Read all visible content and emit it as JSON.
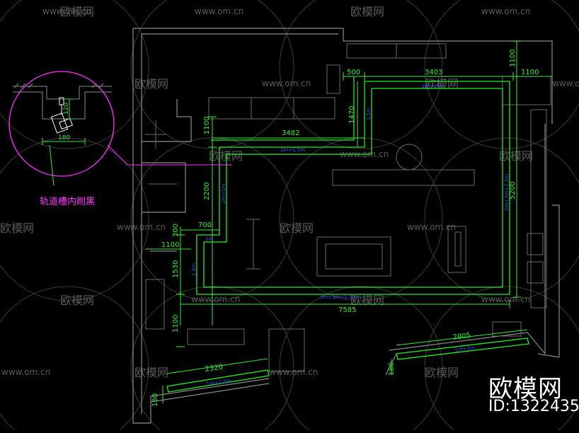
{
  "colors": {
    "background": "#000000",
    "wall": "#8a8a8a",
    "furniture": "#6a6a6a",
    "dimension": "#33ee33",
    "track": "#22ee22",
    "track_label": "#3355ff",
    "callout": "#ff33ff",
    "watermark": "#5a5a5a"
  },
  "watermark": {
    "url": "www.om.cn",
    "logo_text": "欧模网"
  },
  "brand": {
    "name": "欧模网",
    "id": "ID:1322435"
  },
  "detail": {
    "dim_h": "180",
    "dim_v": "120",
    "note": "轨道槽内刷黑"
  },
  "dimensions": {
    "d500": "500",
    "d3403": "3403",
    "d1100_top": "1100",
    "d1100_right": "1100",
    "d1470": "1470",
    "d1100_left": "1100",
    "d3482": "3482",
    "d2200": "2200",
    "d5200": "5200",
    "d700": "700",
    "d300": "300",
    "d1100_mid": "1100",
    "d1530": "1530",
    "d7585": "7585",
    "d1100_bottom": "1100",
    "d2320": "2320",
    "d180_left": "180",
    "d2805": "2805",
    "d180_right": "180"
  },
  "track_labels": {
    "top_right": "3m+1m",
    "mid_left": "2m+1.5m",
    "right_v": "2m+3m+1.5m",
    "left_v": "2m+1m",
    "small_h": "1m",
    "lower_v": "1.5m",
    "bottom_h": "3m+3m+1.5m",
    "seg1470": "1.5m",
    "bottom_left": "1m+1.5m",
    "bottom_right": "1m+2m"
  }
}
